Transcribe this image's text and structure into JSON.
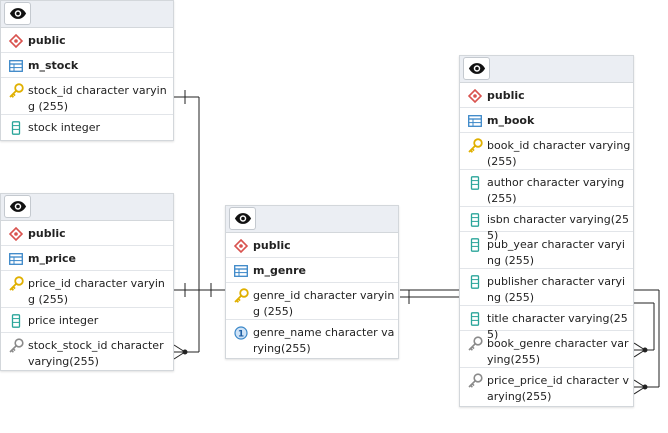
{
  "tables": [
    {
      "schema": "public",
      "name": "m_stock",
      "columns": [
        {
          "text": "stock_id character varying (255)",
          "icon": "primary-key-icon"
        },
        {
          "text": "stock integer",
          "icon": "column-icon"
        }
      ]
    },
    {
      "schema": "public",
      "name": "m_price",
      "columns": [
        {
          "text": "price_id character varying (255)",
          "icon": "primary-key-icon"
        },
        {
          "text": "price integer",
          "icon": "column-icon"
        },
        {
          "text": "stock_stock_id character varying(255)",
          "icon": "foreign-key-icon"
        }
      ]
    },
    {
      "schema": "public",
      "name": "m_genre",
      "columns": [
        {
          "text": "genre_id character varying (255)",
          "icon": "primary-key-icon"
        },
        {
          "text": "genre_name character varying(255)",
          "icon": "unique-1-icon",
          "badge": "1"
        }
      ]
    },
    {
      "schema": "public",
      "name": "m_book",
      "columns": [
        {
          "text": "book_id character varying (255)",
          "icon": "primary-key-icon"
        },
        {
          "text": "author character varying(255)",
          "icon": "column-icon"
        },
        {
          "text": "isbn character varying(255)",
          "icon": "column-icon"
        },
        {
          "text": "pub_year character varying (255)",
          "icon": "column-icon"
        },
        {
          "text": "publisher character varying (255)",
          "icon": "column-icon"
        },
        {
          "text": "title character varying(255)",
          "icon": "column-icon"
        },
        {
          "text": "book_genre character varying(255)",
          "icon": "foreign-key-icon"
        },
        {
          "text": "price_price_id character varying(255)",
          "icon": "foreign-key-icon"
        }
      ]
    }
  ],
  "colors": {
    "header_bg": "#ebeef3",
    "schema_icon": "#d9534f",
    "table_icon": "#3a87c8",
    "key_icon": "#e6b800",
    "column_icon": "#2aa59a",
    "fk_icon": "#8a8a8a",
    "link": "#222222"
  }
}
